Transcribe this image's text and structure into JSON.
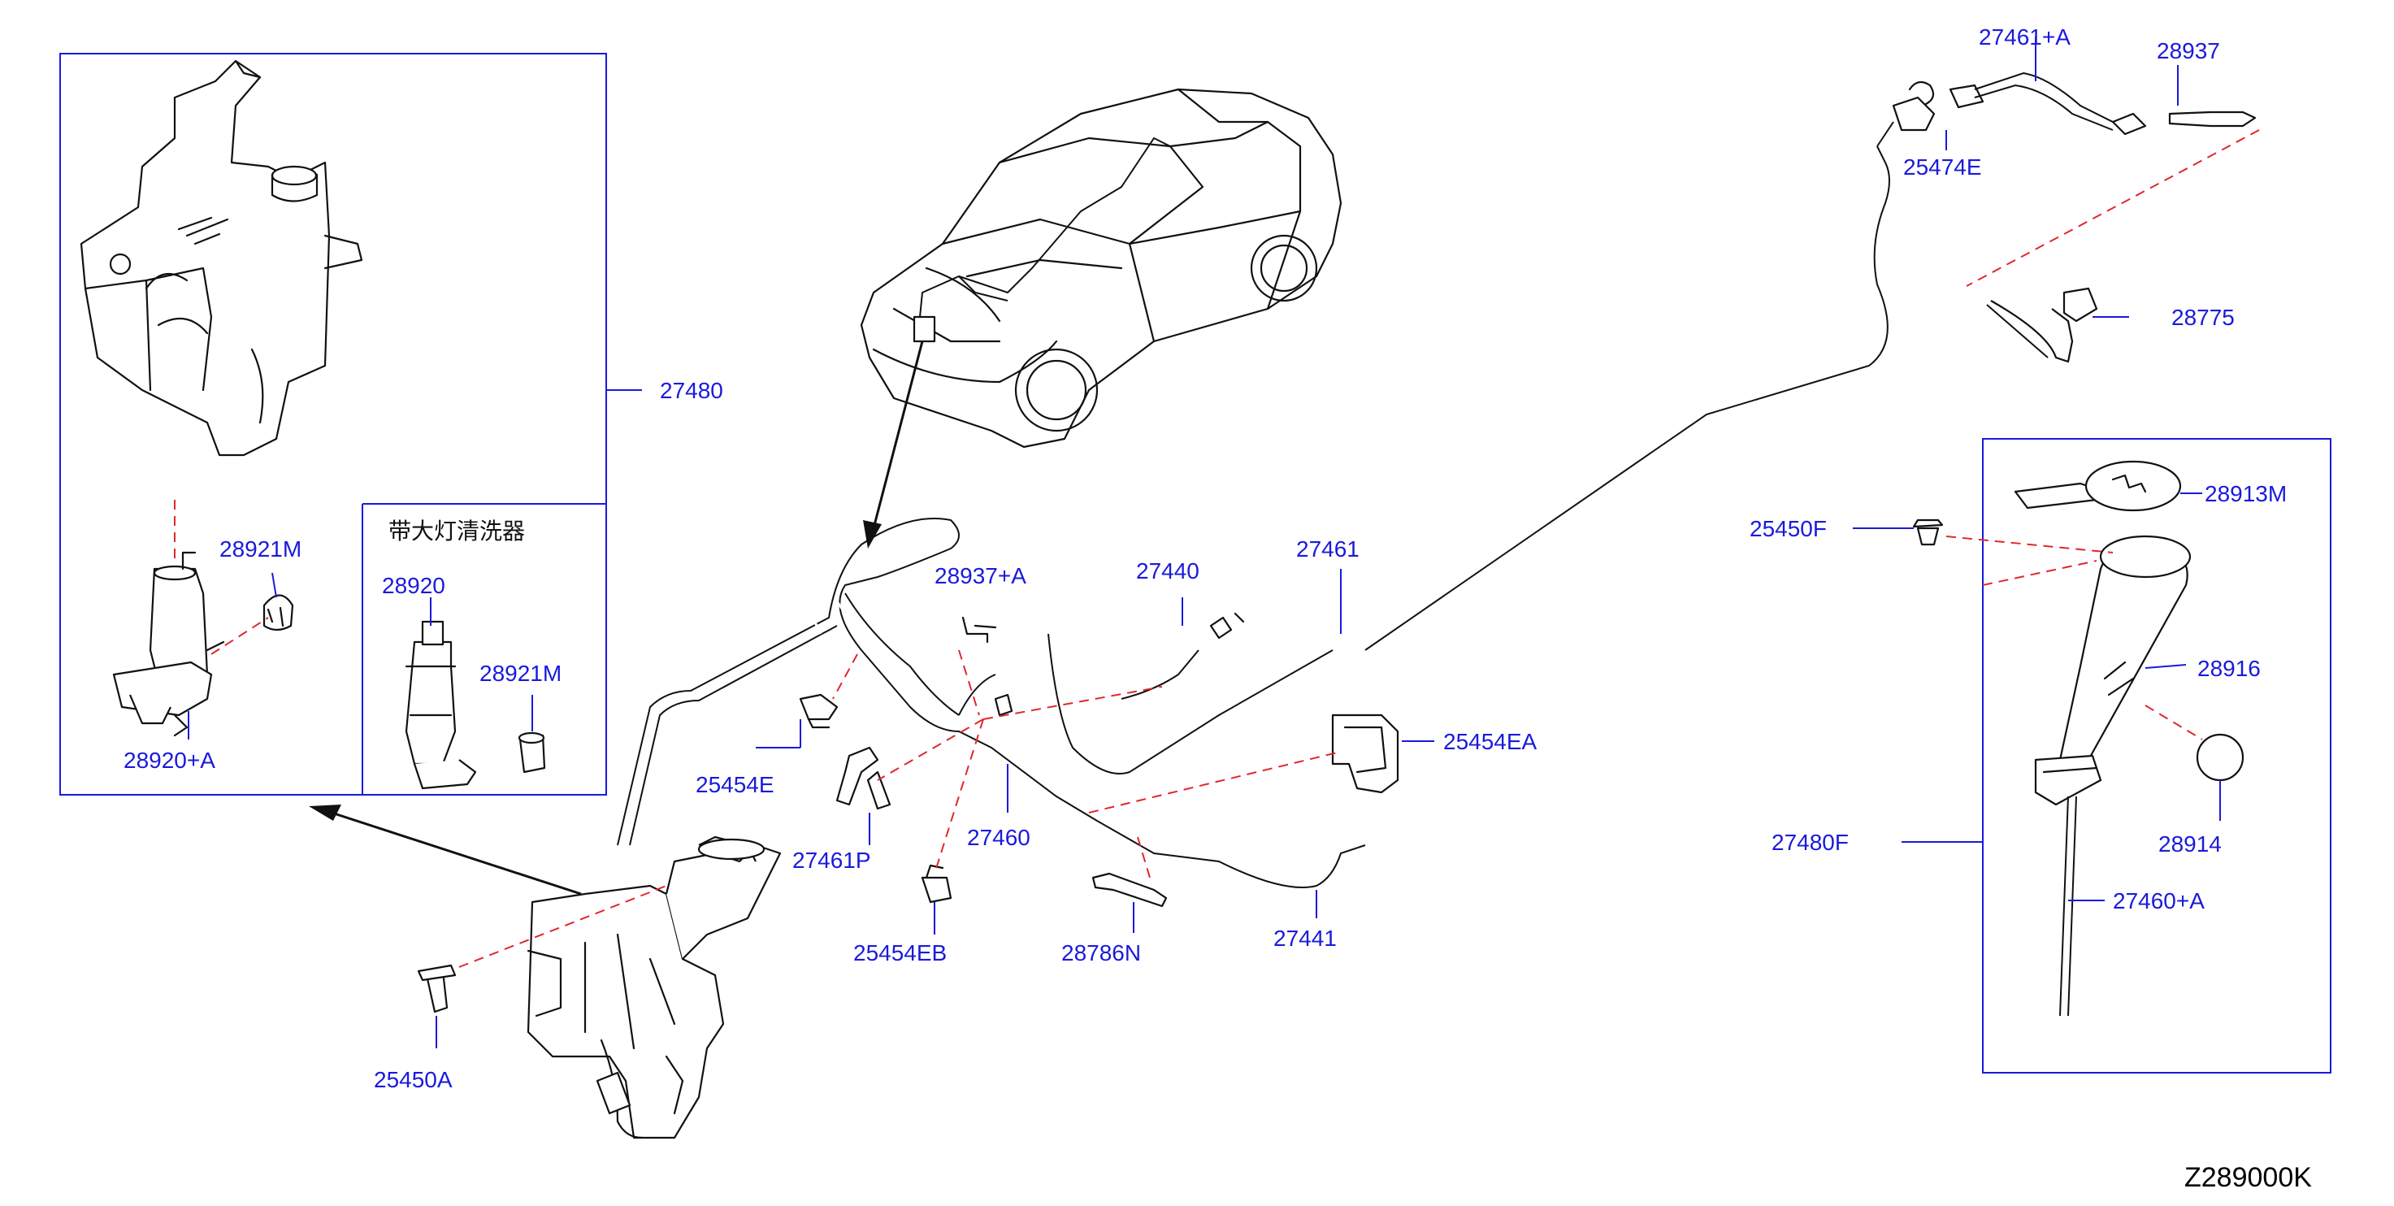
{
  "diagram_code": "Z289000K",
  "inset_note": "带大灯清洗器",
  "callouts": {
    "p27480": "27480",
    "p28921M_a": "28921M",
    "p28920A": "28920+A",
    "p28920": "28920",
    "p28921M_b": "28921M",
    "p28937A": "28937+A",
    "p27440": "27440",
    "p27461": "27461",
    "p25454E": "25454E",
    "p27461P": "27461P",
    "p27460": "27460",
    "p25454EB": "25454EB",
    "p28786N": "28786N",
    "p27441": "27441",
    "p25454EA": "25454EA",
    "p25450A": "25450A",
    "p27461A": "27461+A",
    "p28937": "28937",
    "p25474E": "25474E",
    "p28775": "28775",
    "p25450F": "25450F",
    "p28913M": "28913M",
    "p28916": "28916",
    "p27480F": "27480F",
    "p28914": "28914",
    "p27460A": "27460+A"
  },
  "colors": {
    "callout": "#1a1adc",
    "dashed_leader": "#e0282d",
    "line_art": "#111111"
  }
}
